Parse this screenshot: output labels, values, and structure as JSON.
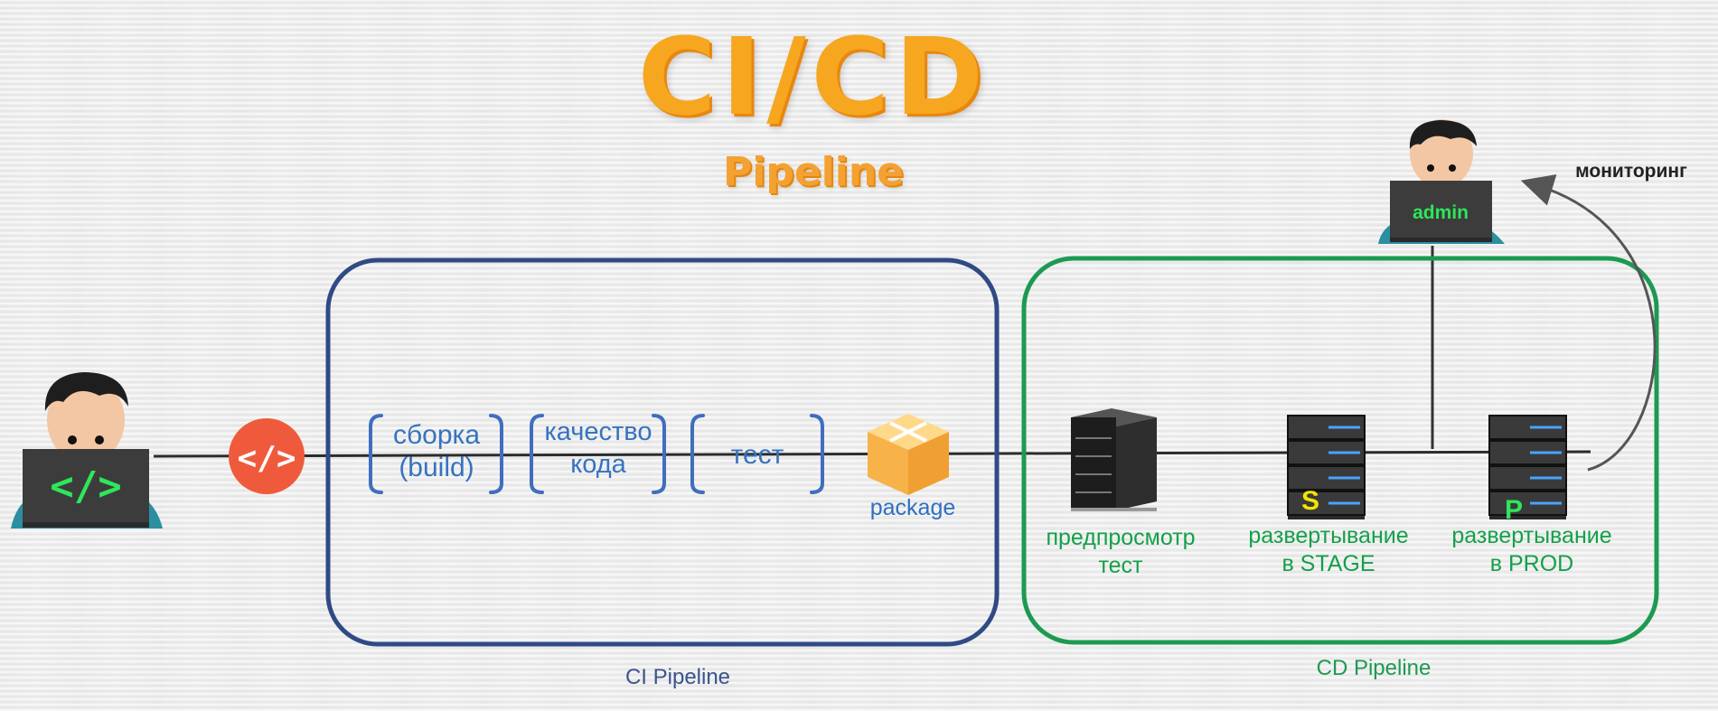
{
  "title": "CI/CD",
  "subtitle": "Pipeline",
  "ci_pipeline": {
    "caption": "CI Pipeline",
    "color": "#2f4a85",
    "stages": [
      {
        "line1": "сборка",
        "line2": "(build)"
      },
      {
        "line1": "качество",
        "line2": "кода"
      },
      {
        "line1": "тест",
        "line2": ""
      }
    ],
    "package_label": "package"
  },
  "cd_pipeline": {
    "caption": "CD Pipeline",
    "color": "#1c9a52",
    "stages": [
      {
        "line1": "предпросмотр",
        "line2": "тест",
        "badge": ""
      },
      {
        "line1": "развертывание",
        "line2": "в STAGE",
        "badge": "S"
      },
      {
        "line1": "развертывание",
        "line2": "в PROD",
        "badge": "P"
      }
    ]
  },
  "admin": {
    "label": "admin"
  },
  "monitoring_label": "мониторинг",
  "icons": {
    "developer": "developer-laptop-icon",
    "code": "code-icon",
    "package": "package-box-icon",
    "server": "server-icon",
    "admin": "admin-laptop-icon"
  },
  "colors": {
    "title": "#f6a71f",
    "ci_text": "#3673c0",
    "cd_text": "#14a04a",
    "code_circle": "#f05a3c"
  }
}
